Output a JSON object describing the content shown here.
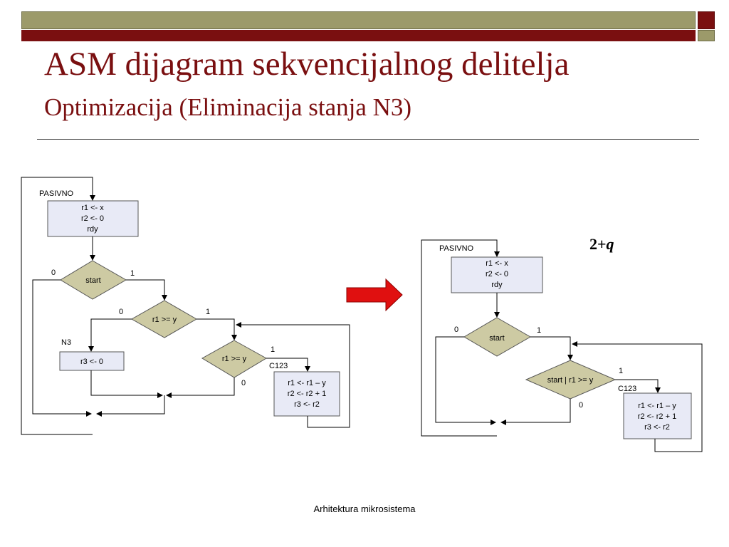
{
  "slide": {
    "title": "ASM dijagram sekvencijalnog delitelja",
    "subtitle": "Optimizacija (Eliminacija stanja N3)",
    "footer": "Arhitektura mikrosistema",
    "colors": {
      "title": "#7a0f10",
      "olive": "#9c9a6a",
      "maroon": "#7a0f10",
      "box_fill": "#e8eaf6",
      "diamond_fill": "#cdcaa3",
      "arrow": "#e01010"
    }
  },
  "left_diagram": {
    "pasivno_label": "PASIVNO",
    "pasivno_lines": [
      "r1 <- x",
      "r2 <- 0",
      "rdy"
    ],
    "start_decision": "start",
    "start_zero": "0",
    "start_one": "1",
    "cmp1_decision": "r1 >= y",
    "cmp1_zero": "0",
    "cmp1_one": "1",
    "n3_label": "N3",
    "n3_text": "r3 <- 0",
    "cmp2_decision": "r1 >= y",
    "cmp2_one": "1",
    "cmp2_zero": "0",
    "c123_label": "C123",
    "c123_lines": [
      "r1 <- r1 – y",
      "r2 <- r2 + 1",
      "r3 <- r2"
    ]
  },
  "right_diagram": {
    "cost_label": "2+q",
    "pasivno_label": "PASIVNO",
    "pasivno_lines": [
      "r1 <- x",
      "r2 <- 0",
      "rdy"
    ],
    "start_decision": "start",
    "start_zero": "0",
    "start_one": "1",
    "cmp_decision": "start | r1 >= y",
    "cmp_one": "1",
    "cmp_zero": "0",
    "c123_label": "C123",
    "c123_lines": [
      "r1 <- r1 – y",
      "r2 <- r2 + 1",
      "r3 <- r2"
    ]
  }
}
